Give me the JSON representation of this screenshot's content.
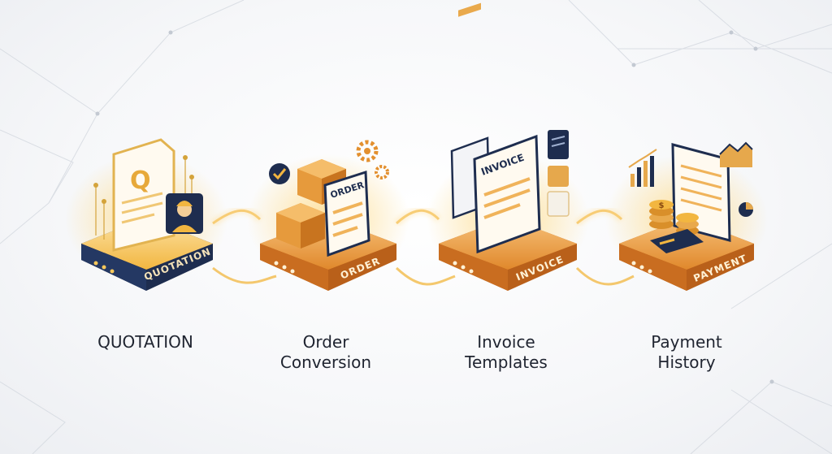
{
  "steps": [
    {
      "plate_label": "QUOTATION",
      "caption_lines": [
        "QUOTATION"
      ],
      "document_text": "Q"
    },
    {
      "plate_label": "ORDER",
      "caption_lines": [
        "Order",
        "Conversion"
      ],
      "document_text": "ORDER"
    },
    {
      "plate_label": "INVOICE",
      "caption_lines": [
        "Invoice",
        "Templates"
      ],
      "document_text": "INVOICE"
    },
    {
      "plate_label": "PAYMENT",
      "caption_lines": [
        "Payment",
        "History"
      ],
      "document_text": "$"
    }
  ],
  "colors": {
    "navy": "#1e2d4f",
    "gold": "#f2b640",
    "gold_light": "#fbd98a",
    "orange": "#d97a22",
    "orange_dark": "#b9601a",
    "glow": "#ffcf6a",
    "text": "#1f2430"
  }
}
